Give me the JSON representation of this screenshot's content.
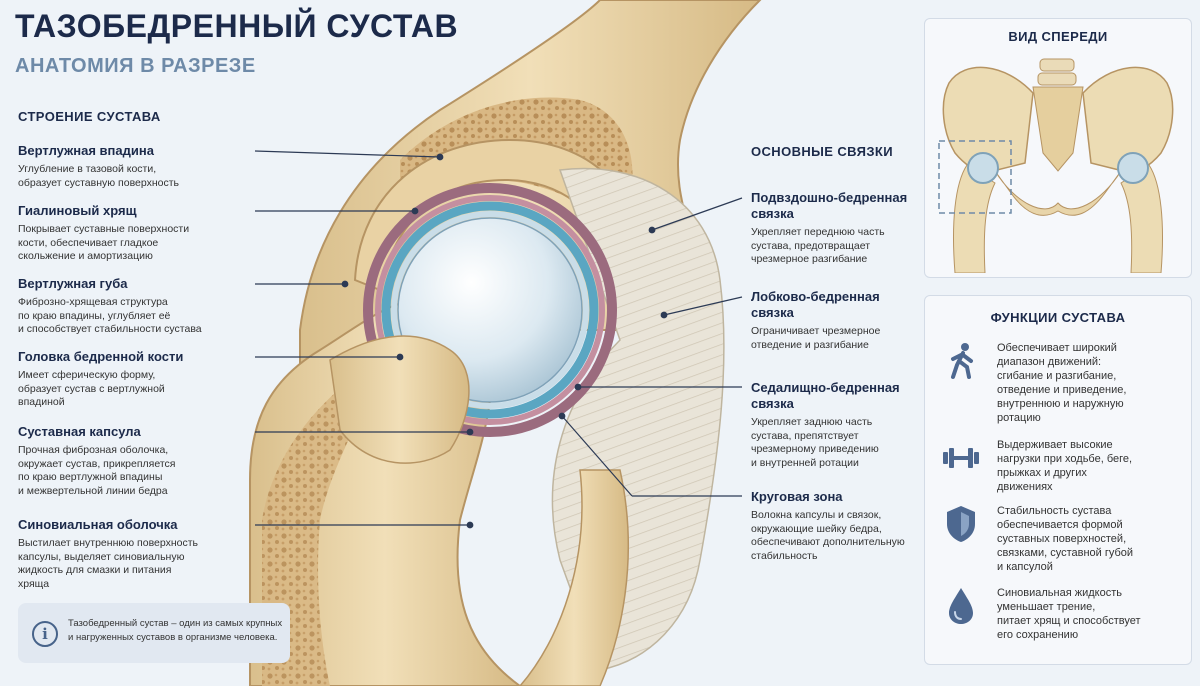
{
  "header": {
    "title": "ТАЗОБЕДРЕННЫЙ СУСТАВ",
    "subtitle": "АНАТОМИЯ В РАЗРЕЗЕ"
  },
  "structure": {
    "title": "СТРОЕНИЕ СУСТАВА",
    "items": [
      {
        "name": "Вертлужная впадина",
        "desc": "Углубление в тазовой кости,\nобразует суставную поверхность"
      },
      {
        "name": "Гиалиновый хрящ",
        "desc": "Покрывает суставные поверхности\nкости, обеспечивает гладкое\nскольжение и амортизацию"
      },
      {
        "name": "Вертлужная губа",
        "desc": "Фиброзно-хрящевая структура\nпо краю впадины, углубляет её\nи способствует стабильности сустава"
      },
      {
        "name": "Головка бедренной кости",
        "desc": "Имеет сферическую форму,\nобразует сустав с вертлужной\nвпадиной"
      },
      {
        "name": "Суставная капсула",
        "desc": "Прочная фиброзная оболочка,\nокружает сустав, прикрепляется\nпо краю вертлужной впадины\nи межвертельной линии бедра"
      },
      {
        "name": "Синовиальная оболочка",
        "desc": "Выстилает внутреннюю поверхность\nкапсулы, выделяет синовиальную\nжидкость для смазки и питания\nхряща"
      }
    ]
  },
  "ligaments": {
    "title": "ОСНОВНЫЕ СВЯЗКИ",
    "items": [
      {
        "name": "Подвздошно-бедренная\nсвязка",
        "desc": "Укрепляет переднюю часть\nсустава, предотвращает\nчрезмерное разгибание"
      },
      {
        "name": "Лобково-бедренная\nсвязка",
        "desc": "Ограничивает чрезмерное\nотведение и разгибание"
      },
      {
        "name": "Седалищно-бедренная\nсвязка",
        "desc": "Укрепляет заднюю часть\nсустава, препятствует\nчрезмерному приведению\nи внутренней ротации"
      },
      {
        "name": "Круговая зона",
        "desc": "Волокна капсулы и связок,\nокружающие шейку бедра,\nобеспечивают дополнительную\nстабильность"
      }
    ]
  },
  "note": {
    "icon": "info-icon",
    "text": "Тазобедренный сустав – один из самых крупных\nи нагруженных суставов в организме человека."
  },
  "front_view": {
    "title": "ВИД СПЕРЕДИ"
  },
  "functions": {
    "title": "ФУНКЦИИ СУСТАВА",
    "items": [
      {
        "icon": "walking-person-icon",
        "text": "Обеспечивает широкий\nдиапазон движений:\nсгибание и разгибание,\nотведение и приведение,\nвнутреннюю и наружную\nротацию"
      },
      {
        "icon": "dumbbell-icon",
        "text": "Выдерживает высокие\nнагрузки при ходьбе, беге,\nпрыжках и других\nдвижениях"
      },
      {
        "icon": "shield-icon",
        "text": "Стабильность сустава\nобеспечивается формой\nсуставных поверхностей,\nсвязками, суставной губой\nи капсулой"
      },
      {
        "icon": "drop-icon",
        "text": "Синовиальная жидкость\nуменьшает трение,\nпитает хрящ и способствует\nего сохранению"
      }
    ]
  },
  "colors": {
    "title": "#1c2a4a",
    "subtitle": "#6e8aa8",
    "bone": "#e8d3a6",
    "cartilage": "#c9dde8",
    "fluid": "#5aa6c2",
    "capsule": "#9b6b7e",
    "ligament": "#e6e0d3",
    "icon": "#4d6890"
  }
}
